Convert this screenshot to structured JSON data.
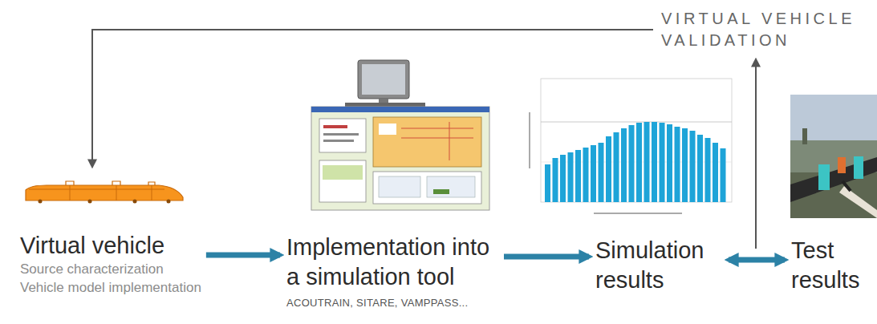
{
  "diagram": {
    "nodes": [
      {
        "text": [
          "Virtual vehicle",
          "Source characterization",
          "Vehicle model implementation"
        ]
      },
      {
        "text": [
          "Implementation into a simulation tool",
          "ACOUTRAIN, SITARE, VAMPPASS..."
        ]
      },
      {
        "text": [
          "Simulation results"
        ]
      },
      {
        "text": [
          "Test results"
        ]
      },
      {
        "text": [
          "VIRTUAL VEHICLE VALIDATION"
        ]
      }
    ],
    "edges": [
      {
        "from": 0,
        "to": 1,
        "arrow": "to"
      },
      {
        "from": 1,
        "to": 2,
        "arrow": "to"
      },
      {
        "from": 2,
        "to": 3,
        "arrow": "both"
      },
      {
        "from": 3,
        "to": 4,
        "arrow": "to"
      },
      {
        "from": 4,
        "to": 0,
        "arrow": "to"
      }
    ]
  }
}
